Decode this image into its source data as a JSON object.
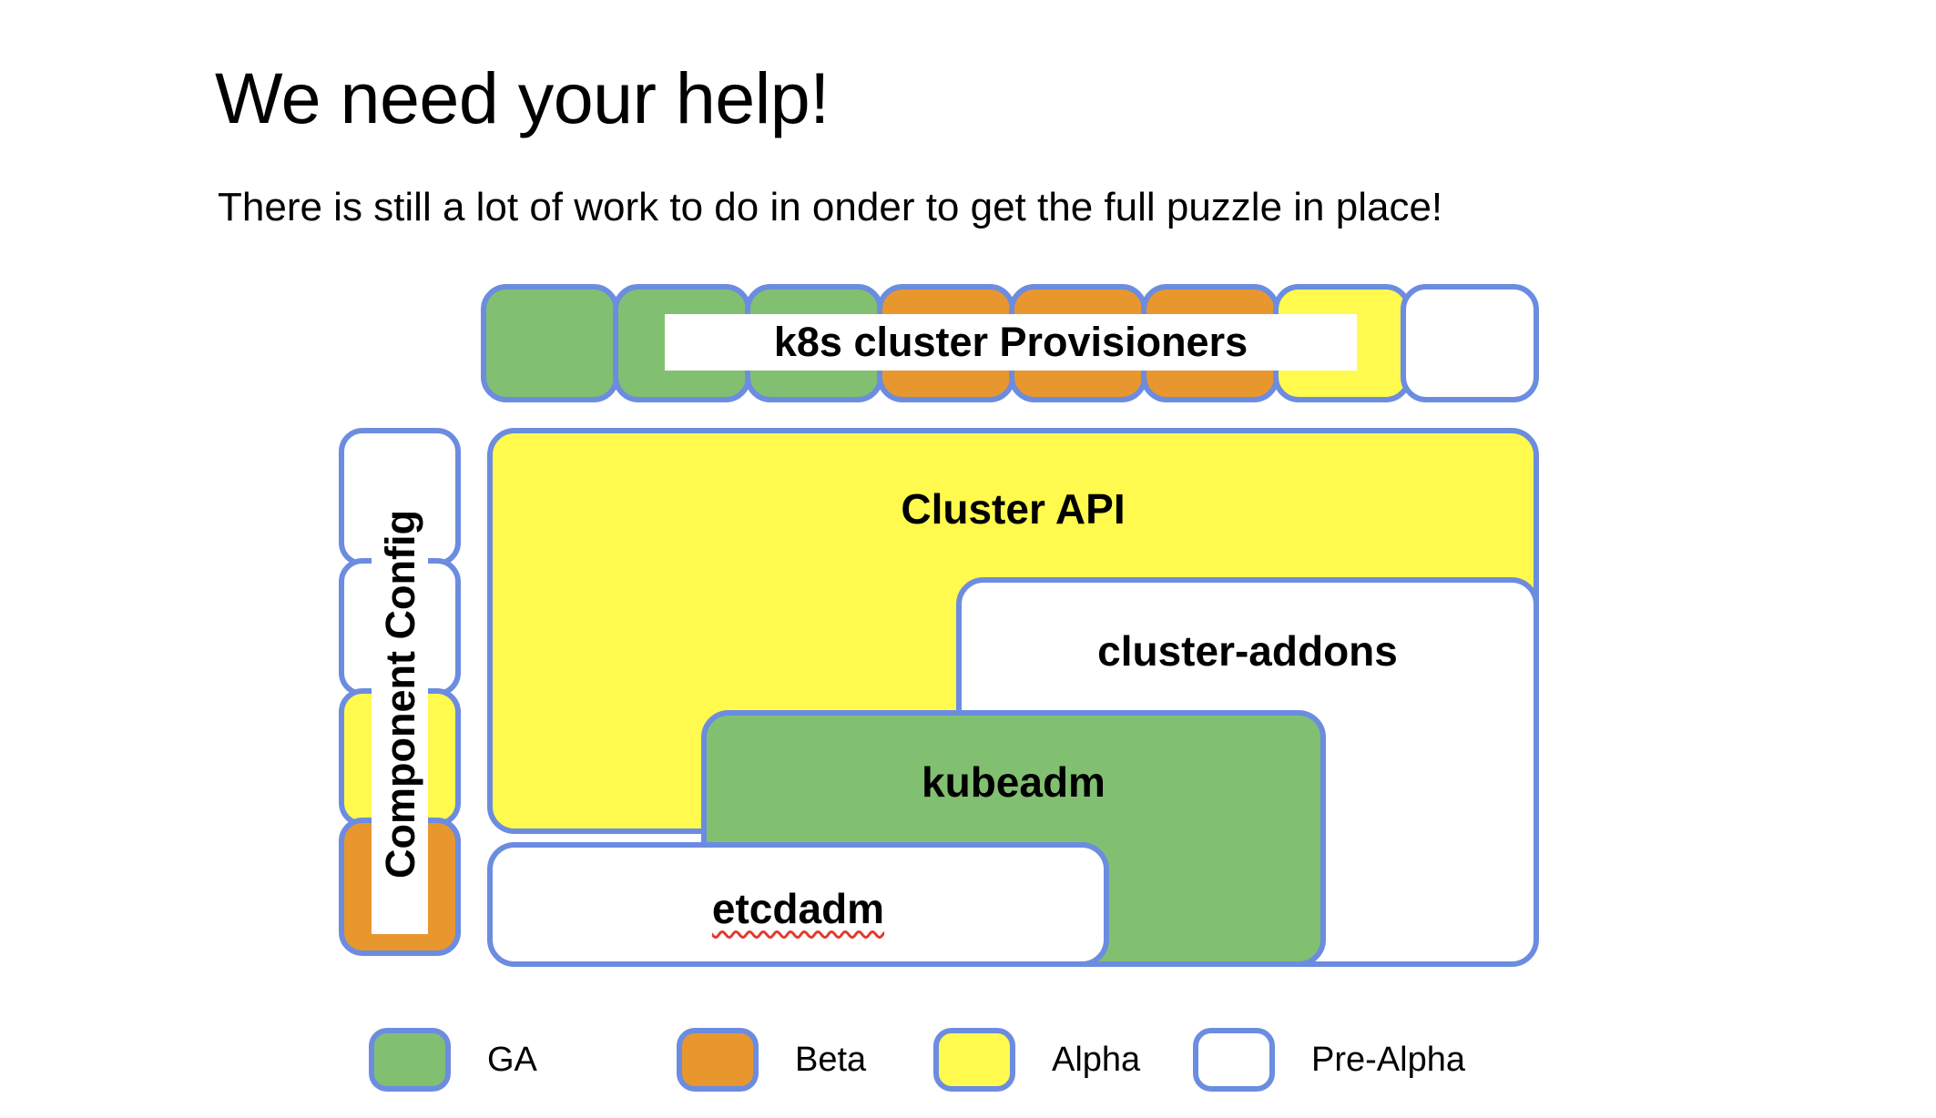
{
  "slide": {
    "title": "We need your help!",
    "subtitle": "There is still a lot of work to do in onder to get the full puzzle in place!"
  },
  "colors": {
    "border": "#6c8ce0",
    "ga": "#82c071",
    "beta": "#e8972f",
    "alpha": "#fffa4d",
    "prealpha": "#ffffff",
    "spellcheck": "#e23b2e"
  },
  "provisioners": {
    "label": "k8s cluster Provisioners",
    "boxes": [
      {
        "status": "GA"
      },
      {
        "status": "GA"
      },
      {
        "status": "GA"
      },
      {
        "status": "Beta"
      },
      {
        "status": "Beta"
      },
      {
        "status": "Beta"
      },
      {
        "status": "Alpha"
      },
      {
        "status": "Pre-Alpha"
      }
    ]
  },
  "component_config": {
    "label": "Component Config",
    "boxes": [
      {
        "status": "Pre-Alpha"
      },
      {
        "status": "Pre-Alpha"
      },
      {
        "status": "Alpha"
      },
      {
        "status": "Beta"
      }
    ]
  },
  "stack": {
    "cluster_api": {
      "label": "Cluster API",
      "status": "Alpha"
    },
    "cluster_addons": {
      "label": "cluster-addons",
      "status": "Pre-Alpha"
    },
    "kubeadm": {
      "label": "kubeadm",
      "status": "GA"
    },
    "etcdadm": {
      "label": "etcdadm",
      "status": "Pre-Alpha",
      "spellcheck_flagged": true
    }
  },
  "legend": {
    "items": [
      {
        "label": "GA",
        "color": "#82c071"
      },
      {
        "label": "Beta",
        "color": "#e8972f"
      },
      {
        "label": "Alpha",
        "color": "#fffa4d"
      },
      {
        "label": "Pre-Alpha",
        "color": "#ffffff"
      }
    ]
  }
}
